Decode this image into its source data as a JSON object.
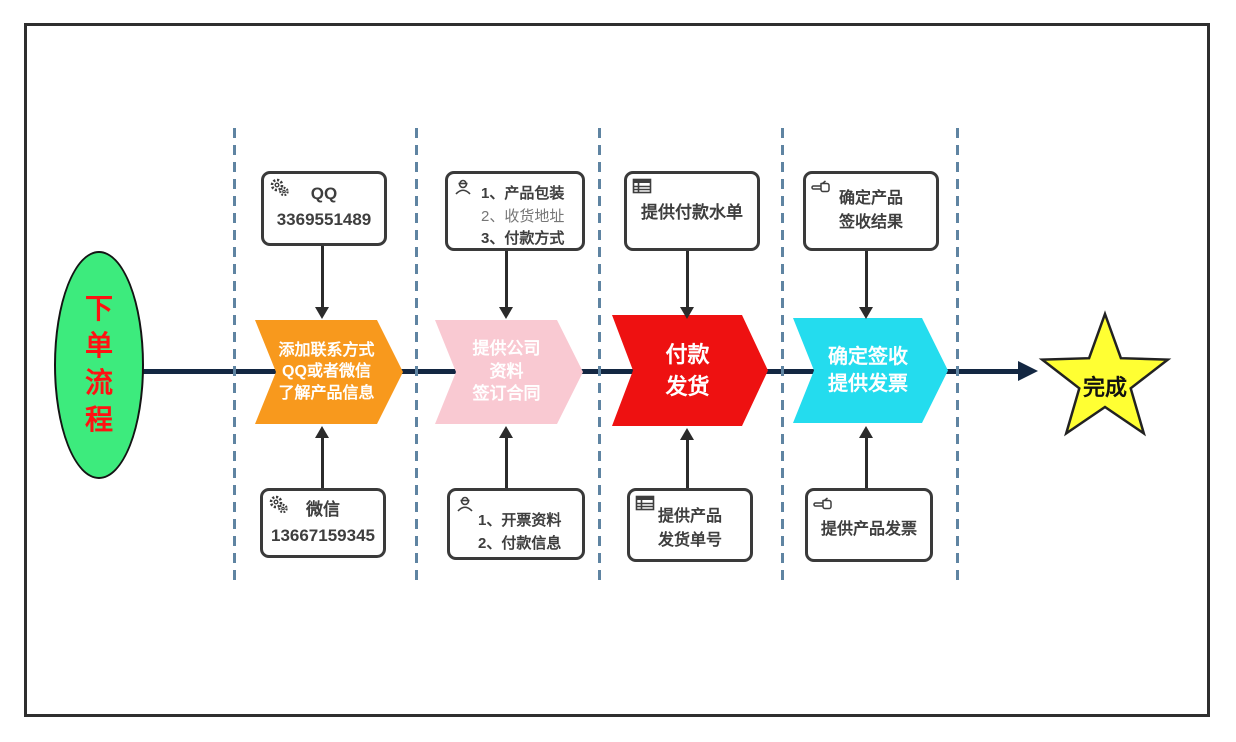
{
  "start_shape": {
    "label": "下单流程"
  },
  "steps": [
    {
      "lines": [
        "添加联系方式",
        "QQ或者微信",
        "了解产品信息"
      ],
      "color": "#F8991D"
    },
    {
      "lines": [
        "提供公司",
        "资料",
        "签订合同"
      ],
      "color": "#F9C9D2"
    },
    {
      "lines": [
        "付款",
        "发货"
      ],
      "color": "#EE1111"
    },
    {
      "lines": [
        "确定签收",
        "提供发票"
      ],
      "color": "#24DCEE"
    }
  ],
  "top_notes": [
    {
      "icon": "double-gear-icon",
      "lines": [
        "QQ",
        "3369551489"
      ]
    },
    {
      "icon": "worker-icon",
      "lines": [
        "1、产品包装",
        "2、收货地址",
        "3、付款方式"
      ]
    },
    {
      "icon": "table-icon",
      "lines": [
        "提供付款水单"
      ]
    },
    {
      "icon": "pointing-hand-icon",
      "lines": [
        "确定产品",
        "签收结果"
      ]
    }
  ],
  "bottom_notes": [
    {
      "icon": "double-gear-icon",
      "lines": [
        "微信",
        "13667159345"
      ]
    },
    {
      "icon": "worker-icon",
      "lines": [
        "1、开票资料",
        "2、付款信息"
      ]
    },
    {
      "icon": "table-icon",
      "lines": [
        "提供产品",
        "发货单号"
      ]
    },
    {
      "icon": "pointing-hand-icon",
      "lines": [
        "提供产品发票"
      ]
    }
  ],
  "end_shape": {
    "label": "完成"
  },
  "colors": {
    "start_fill": "#3DEB7D",
    "start_text": "#FF1212",
    "end_fill": "#FFFF33",
    "main_line": "#132742",
    "lane_divider": "#5F84A2",
    "connector": "#2B2B2B",
    "note_border": "#3A3A3A",
    "step_text": "#FFFFFF"
  }
}
